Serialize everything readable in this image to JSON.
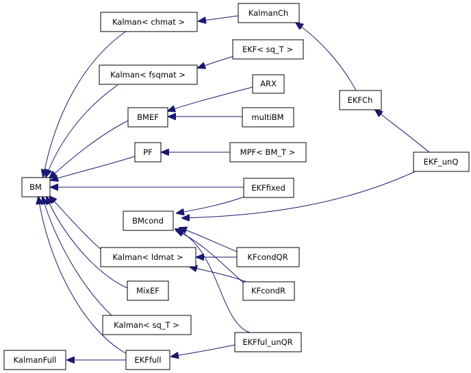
{
  "diagram": {
    "nodes": {
      "BM": "BM",
      "KalmanChmat": "Kalman< chmat >",
      "KalmanCh": "KalmanCh",
      "EKFsqT": "EKF< sq_T >",
      "KalmanFsqmat": "Kalman< fsqmat >",
      "ARX": "ARX",
      "EKFCh": "EKFCh",
      "BMEF": "BMEF",
      "multiBM": "multiBM",
      "PF": "PF",
      "MPF": "MPF< BM_T >",
      "EKFunQ": "EKF_unQ",
      "EKFfixed": "EKFfixed",
      "BMcond": "BMcond",
      "KalmanLdmat": "Kalman< ldmat >",
      "KFcondQR": "KFcondQR",
      "MixEF": "MixEF",
      "KFcondR": "KFcondR",
      "KalmanSqT": "Kalman< sq_T >",
      "EKFfulUnQR": "EKFful_unQR",
      "KalmanFull": "KalmanFull",
      "EKFfull": "EKFfull"
    }
  }
}
